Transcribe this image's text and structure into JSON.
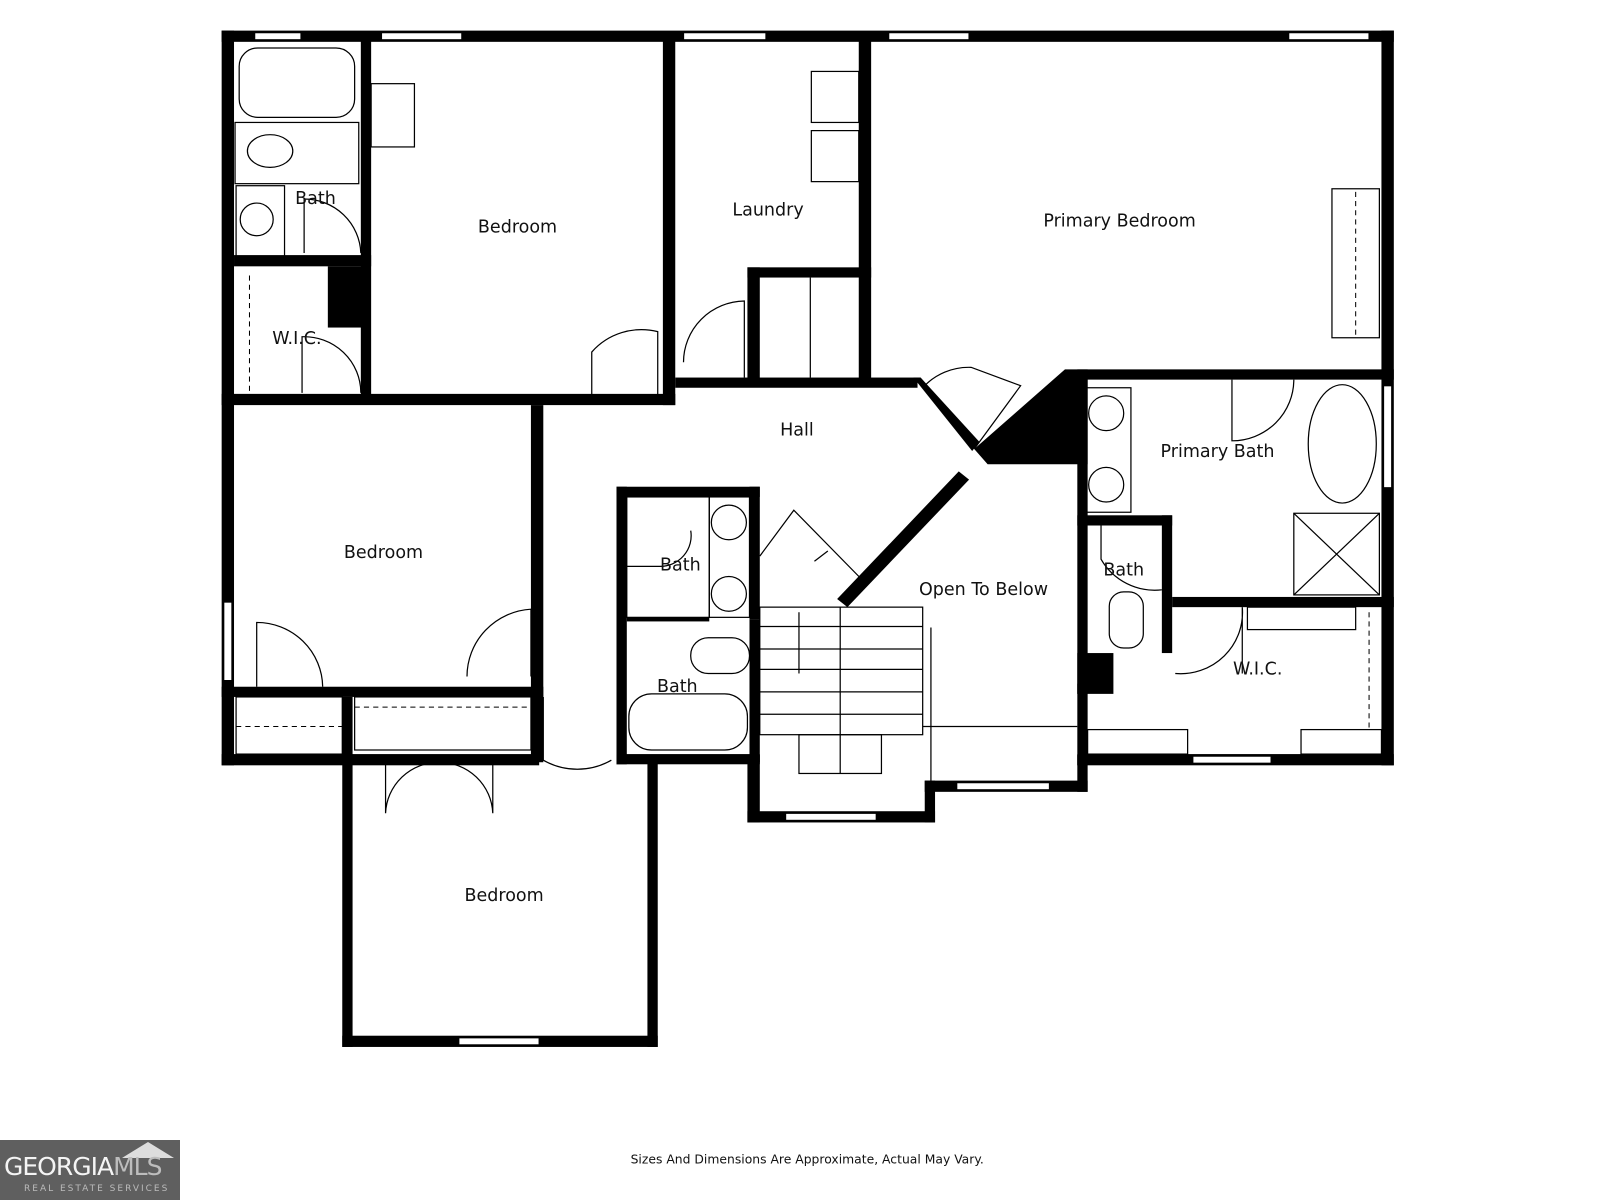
{
  "rooms": {
    "bath_top_left": "Bath",
    "bedroom_top": "Bedroom",
    "laundry": "Laundry",
    "primary_bedroom": "Primary Bedroom",
    "wic_left": "W.I.C.",
    "hall": "Hall",
    "primary_bath": "Primary Bath",
    "bedroom_left": "Bedroom",
    "bath_center_upper": "Bath",
    "bath_small_right": "Bath",
    "open_to_below": "Open To Below",
    "wic_right": "W.I.C.",
    "bath_center_lower": "Bath",
    "bedroom_bottom": "Bedroom"
  },
  "footer": {
    "disclaimer": "Sizes And Dimensions Are Approximate, Actual May Vary."
  },
  "logo": {
    "brand_primary": "GEORGIA",
    "brand_secondary": "MLS",
    "tagline": "REAL ESTATE SERVICES"
  }
}
